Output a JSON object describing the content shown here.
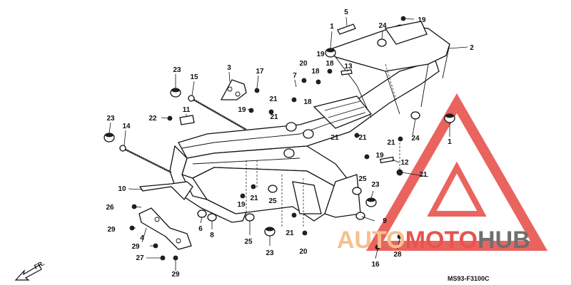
{
  "diagram": {
    "code": "MS93-F3100C",
    "direction_label": "FR.",
    "watermark": {
      "part1": "AUTO",
      "part2": "MOTO",
      "part3": "HUB",
      "color1": "#f5c18c",
      "color2": "#e8534e",
      "color3": "#6f6f6f",
      "triangle_color": "#e8534e"
    },
    "labels": [
      "1",
      "2",
      "3",
      "4",
      "5",
      "6",
      "7",
      "8",
      "9",
      "10",
      "11",
      "12",
      "13",
      "14",
      "15",
      "16",
      "17",
      "18",
      "19",
      "20",
      "21",
      "22",
      "23",
      "24",
      "25",
      "26",
      "27",
      "28",
      "29"
    ]
  }
}
